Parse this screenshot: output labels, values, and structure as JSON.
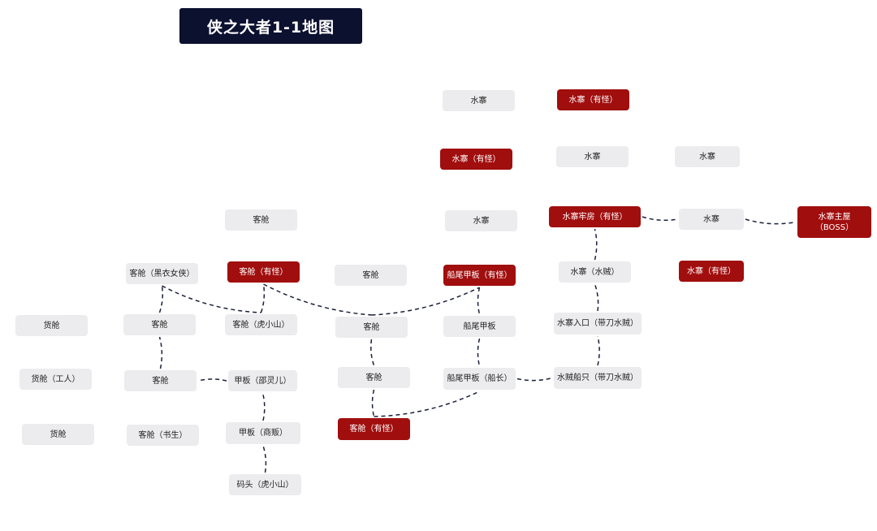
{
  "title": "侠之大者1-1地图",
  "colors": {
    "normal": "#ececee",
    "monster": "#a10e0e",
    "edge": "#1a1f3c",
    "title_bg": "#0c1130"
  },
  "nodes": [
    {
      "id": "n1",
      "label": "货舱",
      "type": "normal"
    },
    {
      "id": "n2",
      "label": "货舱（工人）",
      "type": "normal"
    },
    {
      "id": "n3",
      "label": "货舱",
      "type": "normal"
    },
    {
      "id": "n4",
      "label": "客舱（黑衣女侠）",
      "type": "normal"
    },
    {
      "id": "n5",
      "label": "客舱",
      "type": "normal"
    },
    {
      "id": "n6",
      "label": "客舱",
      "type": "normal"
    },
    {
      "id": "n7",
      "label": "客舱（书生）",
      "type": "normal"
    },
    {
      "id": "n8",
      "label": "客舱",
      "type": "normal"
    },
    {
      "id": "n9",
      "label": "客舱（有怪）",
      "type": "monster"
    },
    {
      "id": "n10",
      "label": "客舱（虎小山）",
      "type": "normal"
    },
    {
      "id": "n11",
      "label": "甲板（邵灵儿）",
      "type": "normal"
    },
    {
      "id": "n12",
      "label": "甲板（商贩）",
      "type": "normal"
    },
    {
      "id": "n13",
      "label": "码头（虎小山）",
      "type": "normal"
    },
    {
      "id": "n14",
      "label": "客舱",
      "type": "normal"
    },
    {
      "id": "n15",
      "label": "客舱",
      "type": "normal"
    },
    {
      "id": "n16",
      "label": "客舱",
      "type": "normal"
    },
    {
      "id": "n17",
      "label": "客舱（有怪）",
      "type": "monster"
    },
    {
      "id": "n18",
      "label": "水寨",
      "type": "normal"
    },
    {
      "id": "n19",
      "label": "水寨（有怪）",
      "type": "monster"
    },
    {
      "id": "n20",
      "label": "水寨",
      "type": "normal"
    },
    {
      "id": "n21",
      "label": "船尾甲板（有怪）",
      "type": "monster"
    },
    {
      "id": "n22",
      "label": "船尾甲板",
      "type": "normal"
    },
    {
      "id": "n23",
      "label": "船尾甲板（船长）",
      "type": "normal"
    },
    {
      "id": "n24",
      "label": "水寨（有怪）",
      "type": "monster"
    },
    {
      "id": "n25",
      "label": "水寨",
      "type": "normal"
    },
    {
      "id": "n26",
      "label": "水寨牢房（有怪）",
      "type": "monster"
    },
    {
      "id": "n27",
      "label": "水寨（水贼）",
      "type": "normal"
    },
    {
      "id": "n28",
      "label": "水寨入口（带刀水贼）",
      "type": "normal"
    },
    {
      "id": "n29",
      "label": "水贼船只（带刀水贼）",
      "type": "normal"
    },
    {
      "id": "n30",
      "label": "水寨",
      "type": "normal"
    },
    {
      "id": "n31",
      "label": "水寨",
      "type": "normal"
    },
    {
      "id": "n32",
      "label": "水寨（有怪）",
      "type": "monster"
    },
    {
      "id": "n33",
      "label": "水寨主屋\n（BOSS）",
      "type": "monster"
    }
  ],
  "edges": [
    {
      "from": "n13",
      "to": "n12"
    },
    {
      "from": "n12",
      "to": "n11"
    },
    {
      "from": "n11",
      "to": "n6"
    },
    {
      "from": "n6",
      "to": "n5"
    },
    {
      "from": "n5",
      "to": "n4"
    },
    {
      "from": "n4",
      "to": "n10"
    },
    {
      "from": "n10",
      "to": "n9"
    },
    {
      "from": "n9",
      "to": "n15"
    },
    {
      "from": "n15",
      "to": "n16"
    },
    {
      "from": "n16",
      "to": "n17"
    },
    {
      "from": "n17",
      "to": "n23"
    },
    {
      "from": "n15",
      "to": "n21"
    },
    {
      "from": "n21",
      "to": "n22"
    },
    {
      "from": "n22",
      "to": "n23"
    },
    {
      "from": "n23",
      "to": "n29"
    },
    {
      "from": "n29",
      "to": "n28"
    },
    {
      "from": "n28",
      "to": "n27"
    },
    {
      "from": "n27",
      "to": "n26"
    },
    {
      "from": "n26",
      "to": "n31"
    },
    {
      "from": "n31",
      "to": "n33"
    }
  ]
}
